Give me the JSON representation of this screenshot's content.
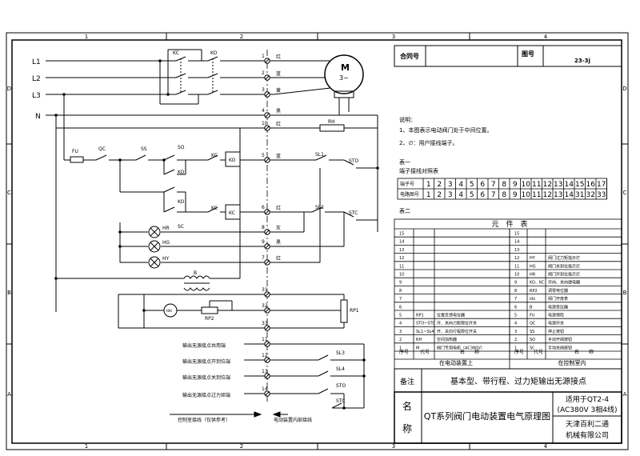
{
  "frame": {
    "cols": [
      "1",
      "2",
      "3",
      "4"
    ],
    "rows": [
      "D",
      "C",
      "B",
      "A"
    ]
  },
  "header": {
    "contract_label": "合同号",
    "figure_label": "图号",
    "figure_number": "23-3j"
  },
  "notes": {
    "title": "说明：",
    "line1": "1、本图表示电动阀门处于中间位置。",
    "line2": "2、∅：用户接线端子。"
  },
  "table1": {
    "title": "表一",
    "subtitle": "端子接线对照表",
    "row1_label": "端子号",
    "row2_label": "电路图号",
    "row1": [
      "1",
      "2",
      "3",
      "4",
      "5",
      "6",
      "7",
      "8",
      "9",
      "10",
      "11",
      "12",
      "13",
      "14",
      "15",
      "16",
      "17"
    ],
    "row2": [
      "1",
      "2",
      "3",
      "4",
      "5",
      "6",
      "7",
      "8",
      "9",
      "10",
      "11",
      "12",
      "13",
      "14",
      "31",
      "32",
      "33"
    ]
  },
  "table2": {
    "title": "表二",
    "heading": "元　件　表",
    "left_rows": [
      {
        "no": "15",
        "code": "",
        "name": ""
      },
      {
        "no": "14",
        "code": "",
        "name": ""
      },
      {
        "no": "13",
        "code": "",
        "name": ""
      },
      {
        "no": "12",
        "code": "",
        "name": ""
      },
      {
        "no": "11",
        "code": "",
        "name": ""
      },
      {
        "no": "10",
        "code": "",
        "name": ""
      },
      {
        "no": "9",
        "code": "",
        "name": ""
      },
      {
        "no": "8",
        "code": "",
        "name": ""
      },
      {
        "no": "7",
        "code": "",
        "name": ""
      },
      {
        "no": "6",
        "code": "",
        "name": ""
      },
      {
        "no": "5",
        "code": "RP1",
        "name": "位置反馈电位器"
      },
      {
        "no": "4",
        "code": "STO~STC",
        "name": "开、关向力矩限位开关"
      },
      {
        "no": "3",
        "code": "SL1~SL4",
        "name": "开、关向行程限位开关"
      },
      {
        "no": "2",
        "code": "RH",
        "name": "空间加热器"
      },
      {
        "no": "1",
        "code": "M",
        "name": "阀门专用电机（AC380V）"
      }
    ],
    "right_rows": [
      {
        "no": "15",
        "code": "",
        "name": ""
      },
      {
        "no": "14",
        "code": "",
        "name": ""
      },
      {
        "no": "13",
        "code": "",
        "name": ""
      },
      {
        "no": "12",
        "code": "HY",
        "name": "阀门过力矩指示灯"
      },
      {
        "no": "11",
        "code": "HG",
        "name": "阀门关到位指示灯"
      },
      {
        "no": "10",
        "code": "HR",
        "name": "阀门开到位指示灯"
      },
      {
        "no": "9",
        "code": "KO、KC",
        "name": "开向、关向继电器"
      },
      {
        "no": "8",
        "code": "RP2",
        "name": "调零电位器"
      },
      {
        "no": "7",
        "code": "idc",
        "name": "阀门开度表"
      },
      {
        "no": "6",
        "code": "B",
        "name": "电源变压器"
      },
      {
        "no": "5",
        "code": "FU",
        "name": "电源保险"
      },
      {
        "no": "4",
        "code": "QC",
        "name": "电源开关"
      },
      {
        "no": "3",
        "code": "SS",
        "name": "停止按钮"
      },
      {
        "no": "2",
        "code": "SO",
        "name": "手动开阀按钮"
      },
      {
        "no": "1",
        "code": "SC",
        "name": "手动关阀按钮"
      }
    ],
    "col_no": "序号",
    "col_code": "代号",
    "col_name": "名　　称",
    "footer_left": "在电动装置上",
    "footer_right": "在控制室内"
  },
  "remark": {
    "label": "备注",
    "text": "基本型、带行程、过力矩输出无源接点"
  },
  "title_block": {
    "name_label_1": "名",
    "name_label_2": "称",
    "title": "QT系列阀门电动装置电气原理图",
    "applies_1": "适用于QT2-4",
    "applies_2": "(AC380V 3相4线)",
    "company_1": "天津百利二通",
    "company_2": "机械有限公司"
  },
  "schematic": {
    "lines": {
      "l1": "L1",
      "l2": "L2",
      "l3": "L3",
      "n": "N"
    },
    "motor_label": "M",
    "motor_sub": "3~",
    "components": {
      "kc_top": "KC",
      "ko_top": "KO",
      "fu": "FU",
      "qc": "QC",
      "ss": "SS",
      "so": "SO",
      "kc_mid": "KC",
      "ko_coil": "KO",
      "ko_mid": "KO",
      "ko_lower": "KO",
      "kc_coil": "KC",
      "sc": "SC",
      "kc_lower": "KC",
      "sl1": "SL1",
      "sl2": "SL2",
      "sto": "STO",
      "stc": "STC",
      "rh": "RH",
      "hr": "HR",
      "hg": "HG",
      "hy": "HY",
      "b": "B",
      "idc": "idc",
      "rp2": "RP2",
      "rp1": "RP1",
      "sl3": "SL3",
      "sl4": "SL4",
      "sto2": "STO",
      "stc2": "STC"
    },
    "terminals": [
      {
        "num": "1",
        "color": "红"
      },
      {
        "num": "2",
        "color": "蓝"
      },
      {
        "num": "3",
        "color": "黄"
      },
      {
        "num": "4",
        "color": "黑"
      },
      {
        "num": "10",
        "color": "红"
      },
      {
        "num": "5",
        "color": "蓝"
      },
      {
        "num": "6",
        "color": "红"
      },
      {
        "num": "8",
        "color": "灰"
      },
      {
        "num": "9",
        "color": "黑"
      },
      {
        "num": "7",
        "color": "红"
      },
      {
        "num": "31",
        "color": ""
      },
      {
        "num": "32",
        "color": ""
      },
      {
        "num": "33",
        "color": ""
      },
      {
        "num": "11",
        "color": ""
      },
      {
        "num": "12",
        "color": ""
      },
      {
        "num": "13",
        "color": ""
      },
      {
        "num": "14",
        "color": ""
      }
    ],
    "output_labels": {
      "common": "输出无源接点共用端",
      "open": "输出无源接点开到位端",
      "close": "输出无源接点关到位端",
      "overtorque": "输出无源接点过力矩端"
    },
    "bottom_left": "控制室接线（仅供参考）",
    "bottom_right": "电动装置内部接线"
  }
}
